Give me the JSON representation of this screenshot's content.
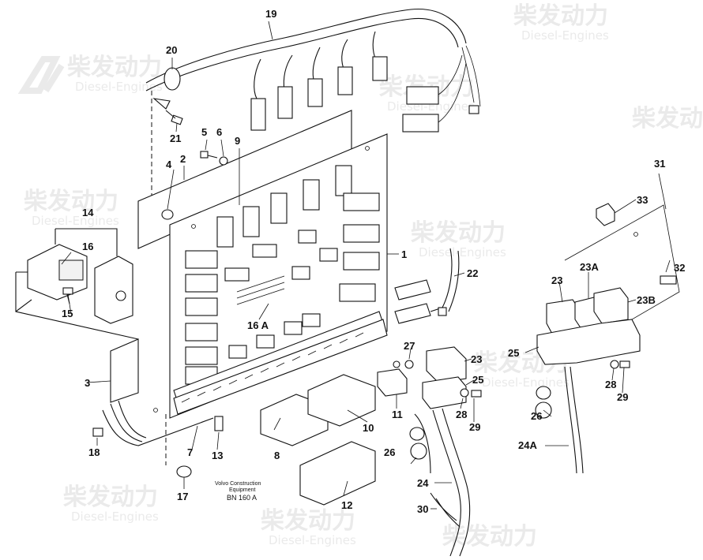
{
  "watermark": {
    "brand_cn": "柴发动力",
    "brand_en": "Diesel-Engines"
  },
  "caption": {
    "line1": "Volvo Construction",
    "line2": "Equipment",
    "code": "BN 160 A"
  },
  "callouts": {
    "c1": "1",
    "c2": "2",
    "c3": "3",
    "c4": "4",
    "c5": "5",
    "c6": "6",
    "c7": "7",
    "c8": "8",
    "c9": "9",
    "c10": "10",
    "c11": "11",
    "c12": "12",
    "c13": "13",
    "c14": "14",
    "c15": "15",
    "c16": "16",
    "c16a": "16 A",
    "c17": "17",
    "c18": "18",
    "c19": "19",
    "c20": "20",
    "c21": "21",
    "c22": "22",
    "c23a": "23",
    "c23b": "23",
    "c23A": "23A",
    "c23B": "23B",
    "c24": "24",
    "c24A": "24A",
    "c25a": "25",
    "c25b": "25",
    "c26a": "26",
    "c26b": "26",
    "c27": "27",
    "c28a": "28",
    "c28b": "28",
    "c29a": "29",
    "c29b": "29",
    "c30": "30",
    "c31": "31",
    "c32": "32",
    "c33": "33"
  },
  "colors": {
    "line": "#111111",
    "watermark": "#d9d9d9",
    "background": "#ffffff"
  }
}
